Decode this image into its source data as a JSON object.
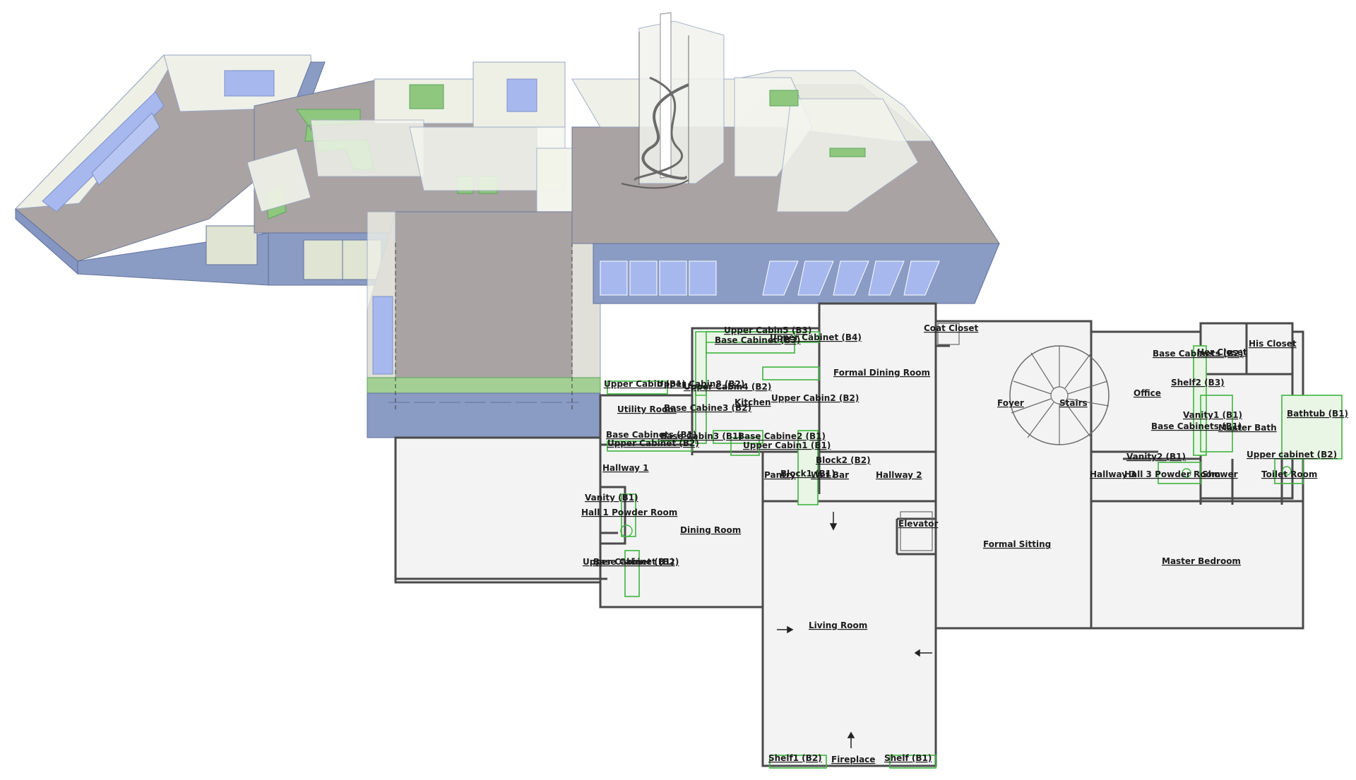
{
  "rooms": [
    {
      "key": "coat_closet",
      "label": "Coat Closet"
    },
    {
      "key": "upper_cabin5",
      "label": "Upper Cabin5 (B3)"
    },
    {
      "key": "base_cabinet_b3",
      "label": "Base Cabinet (B3)"
    },
    {
      "key": "upper_cabinet_b4",
      "label": "Upper Cabinet (B4)"
    },
    {
      "key": "formal_dining",
      "label": "Formal Dining Room"
    },
    {
      "key": "upper_cabin_b1",
      "label": "Upper Cabin (B1)"
    },
    {
      "key": "upper_cabin8",
      "label": "Upper Cabin8 (B2)"
    },
    {
      "key": "upper_cabin4",
      "label": "Upper Cabin4 (B2)"
    },
    {
      "key": "kitchen",
      "label": "Kitchen"
    },
    {
      "key": "upper_cabin2",
      "label": "Upper Cabin2 (B2)"
    },
    {
      "key": "utility_room",
      "label": "Utility Room"
    },
    {
      "key": "base_cabine3",
      "label": "Base Cabine3 (B2)"
    },
    {
      "key": "base_cabinets_b1",
      "label": "Base Cabinets (B1)"
    },
    {
      "key": "upper_cabinet_b2",
      "label": "Upper Cabinet (B2)"
    },
    {
      "key": "base_cabin3",
      "label": "Base Cabin3 (B1)"
    },
    {
      "key": "base_cabine2",
      "label": "Base Cabine2 (B1)"
    },
    {
      "key": "upper_cabin1",
      "label": "Upper Cabin1 (B1)"
    },
    {
      "key": "block2",
      "label": "Block2 (B2)"
    },
    {
      "key": "hallway1",
      "label": "Hallway 1"
    },
    {
      "key": "pantry",
      "label": "Pantry"
    },
    {
      "key": "block1",
      "label": "Block1 (B1)"
    },
    {
      "key": "wet_bar",
      "label": "Wet Bar"
    },
    {
      "key": "hallway2",
      "label": "Hallway 2"
    },
    {
      "key": "vanity_b1",
      "label": "Vanity (B1)"
    },
    {
      "key": "hall1_powder",
      "label": "Hall 1 Powder Room"
    },
    {
      "key": "elevator",
      "label": "Elevator"
    },
    {
      "key": "dining_room",
      "label": "Dining Room"
    },
    {
      "key": "upper_cabinet_b1b",
      "label": "Upper Cabinet (B1)"
    },
    {
      "key": "base_cabinet_b2",
      "label": "Base Cabinet (B2)"
    },
    {
      "key": "living_room",
      "label": "Living Room"
    },
    {
      "key": "foyer",
      "label": "Foyer"
    },
    {
      "key": "stairs",
      "label": "Stairs"
    },
    {
      "key": "formal_sitting",
      "label": "Formal Sitting"
    },
    {
      "key": "base_cabinets_b2",
      "label": "Base Cabinets (B2)"
    },
    {
      "key": "her_closet",
      "label": "Her Closet"
    },
    {
      "key": "his_closet",
      "label": "His Closet"
    },
    {
      "key": "shelf2",
      "label": "Shelf2 (B3)"
    },
    {
      "key": "office",
      "label": "Office"
    },
    {
      "key": "vanity1",
      "label": "Vanity1 (B1)"
    },
    {
      "key": "base_cabinets_b1_mb",
      "label": "Base Cabinets (B1)"
    },
    {
      "key": "master_bath",
      "label": "Master Bath"
    },
    {
      "key": "bathtub",
      "label": "Bathtub (B1)"
    },
    {
      "key": "vanity2",
      "label": "Vanity2 (B1)"
    },
    {
      "key": "upper_cabinet_b2_mb",
      "label": "Upper cabinet (B2)"
    },
    {
      "key": "hallway3",
      "label": "Hallway 3"
    },
    {
      "key": "hall3_powder",
      "label": "Hall 3 Powder Room"
    },
    {
      "key": "shower",
      "label": "Shower"
    },
    {
      "key": "toilet_room",
      "label": "Toilet Room"
    },
    {
      "key": "master_bedroom",
      "label": "Master Bedroom"
    },
    {
      "key": "shelf1",
      "label": "Shelf1 (B2)"
    },
    {
      "key": "fireplace",
      "label": "Fireplace"
    },
    {
      "key": "shelf_b1",
      "label": "Shelf (B1)"
    }
  ],
  "colors": {
    "floor": "#f3f3f3",
    "wall": "#4a4a4a",
    "cabinet": "#3fb53f",
    "model_floor": "#a9a3a3",
    "model_wall": "#8a9cc4",
    "model_window": "#a6b8ee"
  }
}
